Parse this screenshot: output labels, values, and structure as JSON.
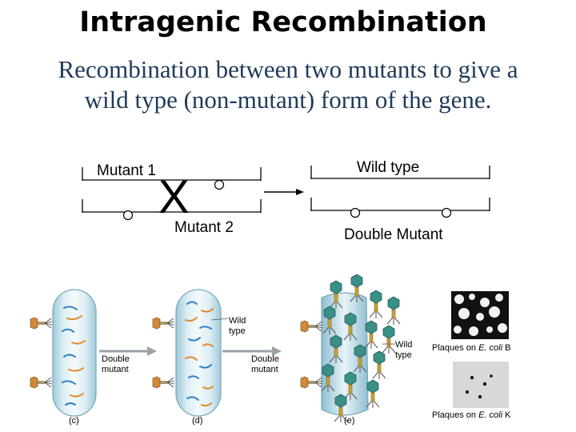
{
  "title": "Intragenic Recombination",
  "subtitle_line1": "Recombination between two mutants to give a",
  "subtitle_line2": "wild type (non-mutant) form of the gene.",
  "diagram": {
    "mutant1_label": "Mutant 1",
    "cross_symbol": "X",
    "mutant2_label": "Mutant 2",
    "wild_type_label": "Wild type",
    "double_mutant_label": "Double Mutant"
  },
  "figure": {
    "panel_c_label": "(c)",
    "panel_d_label": "(d)",
    "panel_e_label": "(e)",
    "c_double_1": "Double",
    "c_double_2": "mutant",
    "d_wild_1": "Wild",
    "d_wild_2": "type",
    "d_double_1": "Double",
    "d_double_2": "mutant",
    "e_wild_1": "Wild",
    "e_wild_2": "type",
    "plaques_b_prefix": "Plaques on ",
    "plaques_b_org": "E. coli",
    "plaques_b_suffix": " B",
    "plaques_k_prefix": "Plaques on ",
    "plaques_k_org": "E. coli",
    "plaques_k_suffix": " K"
  }
}
